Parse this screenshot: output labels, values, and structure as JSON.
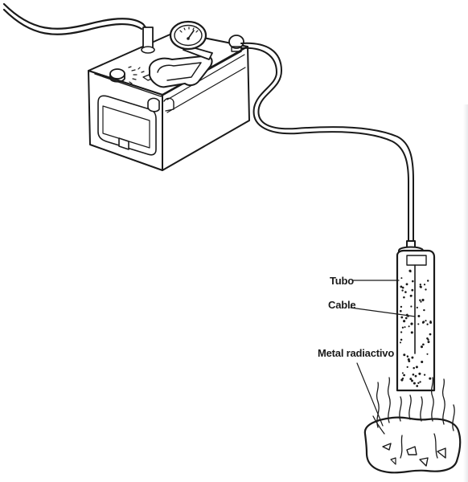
{
  "diagram": {
    "labels": {
      "tube": "Tubo",
      "cable": "Cable",
      "metal": "Metal radiactivo"
    },
    "colors": {
      "ink": "#1a1a1a",
      "paper": "#ffffff"
    },
    "components": [
      "geiger-counter-box",
      "gauge-dial",
      "carrying-handle",
      "connecting-cable",
      "geiger-tube",
      "central-wire",
      "radioactive-metal-sample",
      "radiation-rays"
    ]
  }
}
